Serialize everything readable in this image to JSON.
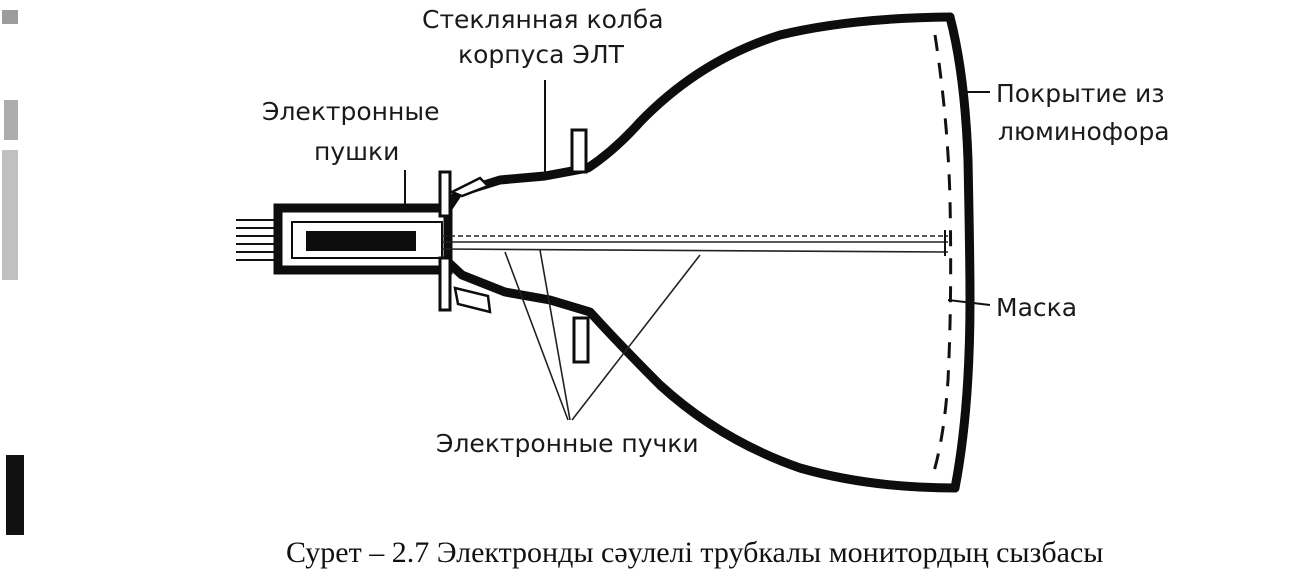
{
  "labels": {
    "glass_bulb_line1": "Стеклянная колба",
    "glass_bulb_line2": "корпуса ЭЛТ",
    "guns_line1": "Электронные",
    "guns_line2": "пушки",
    "phosphor_line1": "Покрытие из",
    "phosphor_line2": "люминофора",
    "mask": "Маска",
    "beams": "Электронные пучки"
  },
  "caption": "Сурет – 2.7 Электронды сәулелі трубкалы монитордың сызбасы",
  "colors": {
    "ink": "#0d0d0d",
    "background": "#ffffff"
  }
}
